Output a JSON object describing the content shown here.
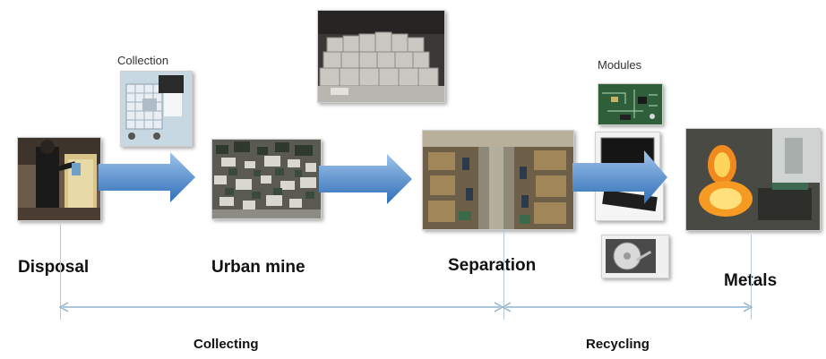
{
  "labels": {
    "collection": "Collection",
    "modules": "Modules"
  },
  "stages": [
    {
      "id": "disposal",
      "label": "Disposal"
    },
    {
      "id": "urban-mine",
      "label": "Urban mine"
    },
    {
      "id": "separation",
      "label": "Separation"
    },
    {
      "id": "metals",
      "label": "Metals"
    }
  ],
  "phases": [
    {
      "id": "collecting",
      "label": "Collecting"
    },
    {
      "id": "recycling",
      "label": "Recycling"
    }
  ],
  "colors": {
    "arrow_light": "#9ec3ea",
    "arrow_dark": "#2f6fb8",
    "span_line": "#8fb3cf",
    "tick_line": "#b9c9d6"
  }
}
